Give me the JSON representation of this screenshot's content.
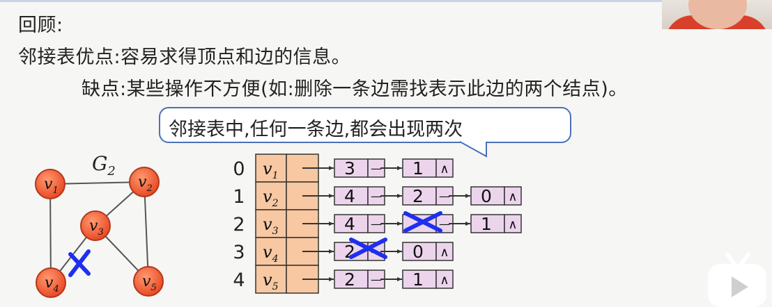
{
  "text": {
    "review": "回顾:",
    "pros": "邻接表优点:容易求得顶点和边的信息。",
    "cons": "缺点:某些操作不方便(如:删除一条边需找表示此边的两个结点)。",
    "callout": "邻接表中,任何一条边,都会出现两次"
  },
  "graph": {
    "label": "G",
    "label_sub": "2",
    "vertices": [
      {
        "id": "v1",
        "main": "v",
        "sub": "1"
      },
      {
        "id": "v2",
        "main": "v",
        "sub": "2"
      },
      {
        "id": "v3",
        "main": "v",
        "sub": "3"
      },
      {
        "id": "v4",
        "main": "v",
        "sub": "4"
      },
      {
        "id": "v5",
        "main": "v",
        "sub": "5"
      }
    ]
  },
  "adjacency": {
    "rows": [
      {
        "index": "0",
        "vertex": "v",
        "vertex_sub": "1",
        "nodes": [
          "3",
          "1"
        ]
      },
      {
        "index": "1",
        "vertex": "v",
        "vertex_sub": "2",
        "nodes": [
          "4",
          "2",
          "0"
        ]
      },
      {
        "index": "2",
        "vertex": "v",
        "vertex_sub": "3",
        "nodes": [
          "4",
          "",
          "1"
        ]
      },
      {
        "index": "3",
        "vertex": "v",
        "vertex_sub": "4",
        "nodes": [
          "2",
          "0"
        ]
      },
      {
        "index": "4",
        "vertex": "v",
        "vertex_sub": "5",
        "nodes": [
          "2",
          "1"
        ]
      }
    ],
    "null_symbol": "∧",
    "link_symbol": "—"
  },
  "colors": {
    "vertex_fill": "#f0512a",
    "vertex_stroke": "#b2381c",
    "head_fill": "#f7c8a2",
    "node_fill": "#ecd5ec",
    "cross_mark": "#1e2ff0",
    "callout_border": "#4b70b8"
  }
}
